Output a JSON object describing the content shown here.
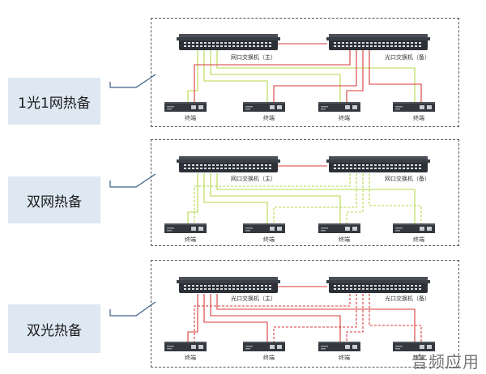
{
  "sections": [
    {
      "label": "1光1网热备",
      "switch_a": "网口交换机（主）",
      "switch_b": "光口交换机（备）"
    },
    {
      "label": "双网热备",
      "switch_a": "网口交换机（主）",
      "switch_b": "网口交换机（备）"
    },
    {
      "label": "双光热备",
      "switch_a": "光口交换机（主）",
      "switch_b": "光口交换机（备）"
    }
  ],
  "terminal_label": "终端",
  "watermark": "音频应用",
  "colors": {
    "fiber": "#d93a3a",
    "copper": "#b6d84a",
    "box_bg": "#dde8f3"
  }
}
